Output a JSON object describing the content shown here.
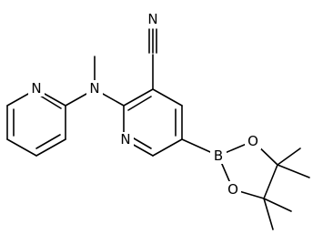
{
  "molecule": {
    "atoms": {
      "n_pyridine_left": "N",
      "n_amine": "N",
      "n_pyridine_right": "N",
      "n_nitrile": "N",
      "b_boron": "B",
      "o_upper": "O",
      "o_lower": "O"
    }
  },
  "colors": {
    "bond": "#000000",
    "label": "#000000",
    "background": "#ffffff"
  }
}
